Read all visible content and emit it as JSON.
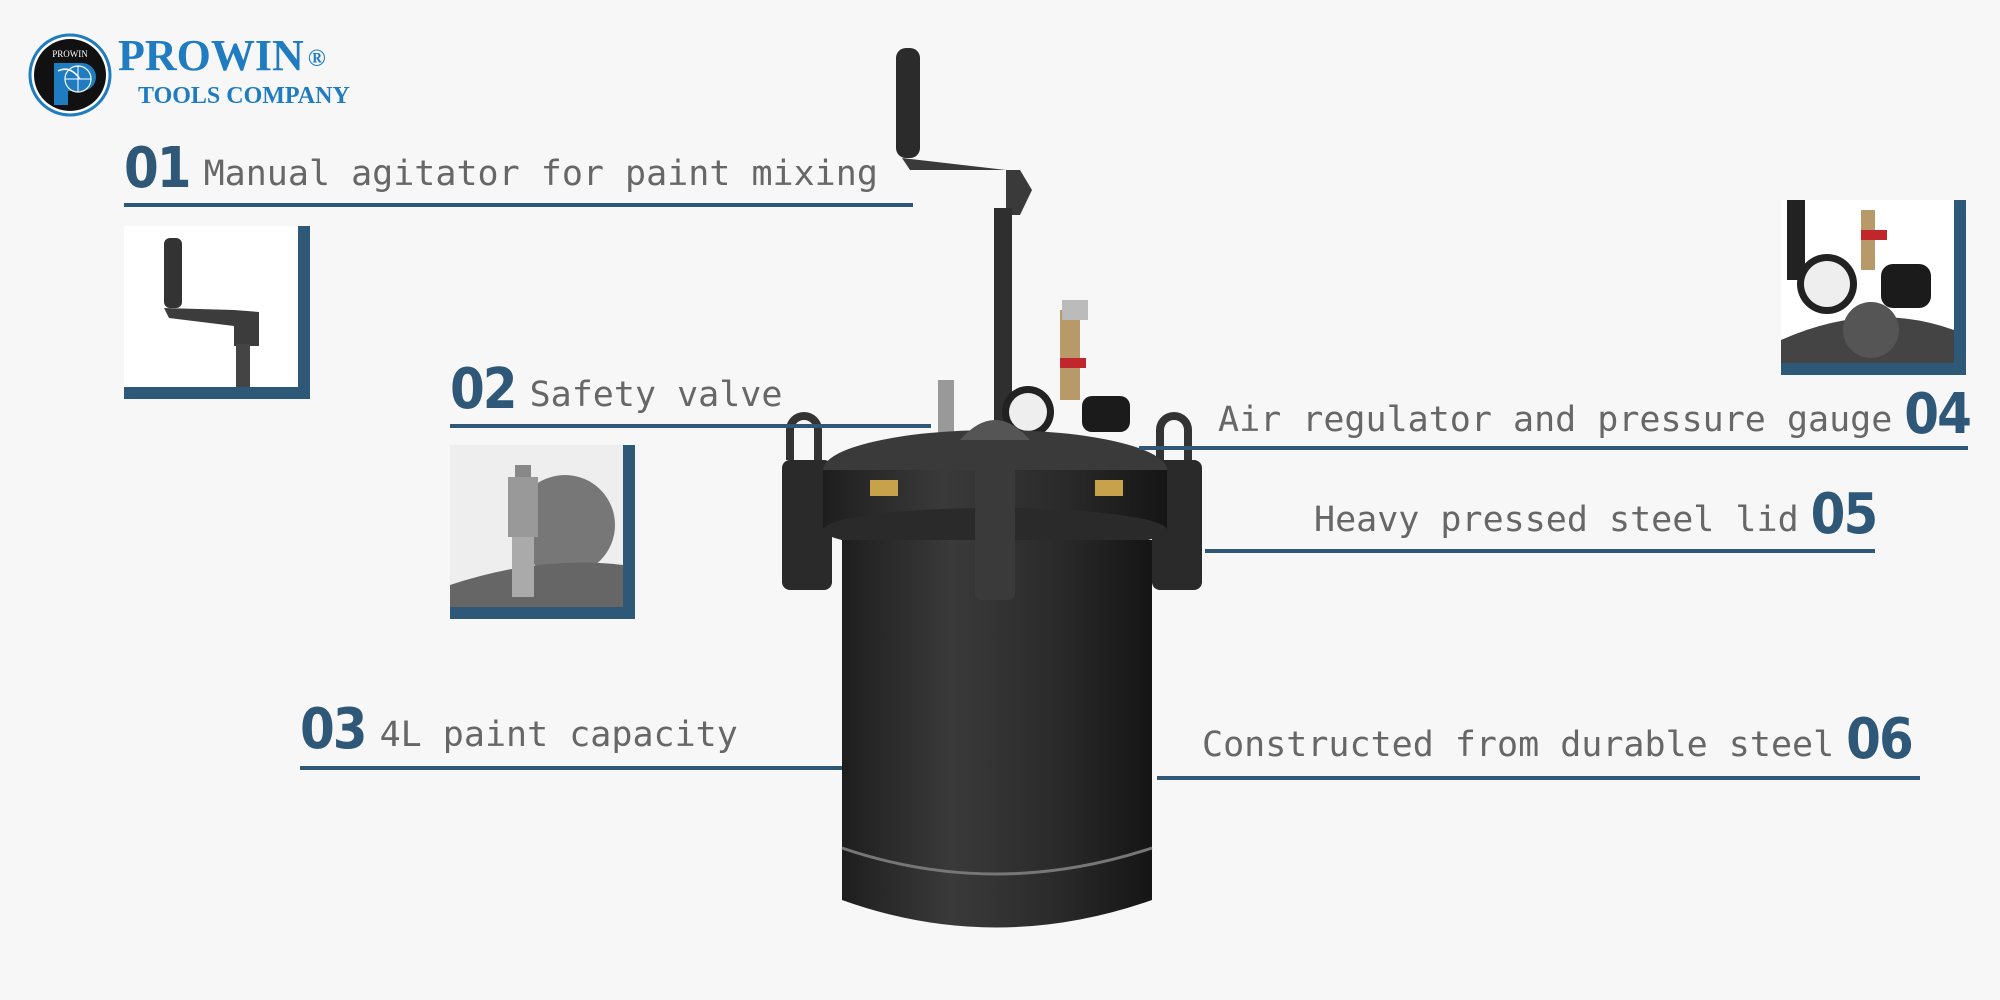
{
  "brand": {
    "name": "PROWIN",
    "registered": "®",
    "subtitle": "TOOLS COMPANY",
    "emblem_text": "PROWIN"
  },
  "colors": {
    "accent": "#2e5778",
    "text": "#676767",
    "brand": "#1f7cc0",
    "background": "#f7f7f7"
  },
  "features": [
    {
      "number": "01",
      "label": "Manual agitator for paint mixing"
    },
    {
      "number": "02",
      "label": "Safety valve"
    },
    {
      "number": "03",
      "label": "4L paint capacity"
    },
    {
      "number": "04",
      "label": "Air regulator and pressure gauge"
    },
    {
      "number": "05",
      "label": "Heavy pressed steel lid"
    },
    {
      "number": "06",
      "label": "Constructed from durable steel"
    }
  ]
}
